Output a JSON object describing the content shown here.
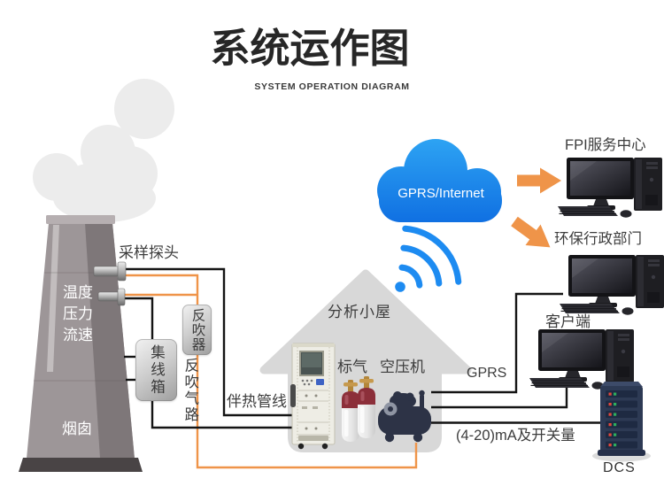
{
  "page": {
    "title": "系统运作图",
    "subtitle": "SYSTEM OPERATION DIAGRAM"
  },
  "stack": {
    "probe_label": "采样探头",
    "measurements": [
      "温度",
      "压力",
      "流速"
    ],
    "chimney_label": "烟囱",
    "hub_box_label": "集线箱",
    "backblow_device_label": "反吹器",
    "backblow_line_label": "反吹气路"
  },
  "cabin": {
    "heat_line_label": "伴热管线",
    "name": "分析小屋",
    "standard_gas_label": "标气",
    "compressor_label": "空压机"
  },
  "network": {
    "cloud_label": "GPRS/Internet",
    "gprs_label": "GPRS",
    "analog_label": "(4-20)mA及开关量"
  },
  "endpoints": {
    "fpi_label": "FPI服务中心",
    "env_label": "环保行政部门",
    "client_label": "客户端",
    "dcs_label": "DCS"
  },
  "icons": {
    "cloud": "cloud-icon",
    "wifi": "wifi-icon",
    "arrow_right": "arrow-right-icon",
    "arrow_down_right": "arrow-down-right-icon",
    "computer": "desktop-computer-icon",
    "server": "server-rack-icon"
  },
  "colors": {
    "accent_orange": "#EF9449",
    "line_black": "#141414",
    "cloud_blue_top": "#2DA3F3",
    "cloud_blue_bottom": "#1070E2",
    "wifi_blue": "#1D8BF1",
    "house_gray": "#D8D8D8",
    "smoke_gray": "#ECECEC",
    "equipment_navy": "#2D3346",
    "cylinder_red": "#8C2F3A"
  }
}
